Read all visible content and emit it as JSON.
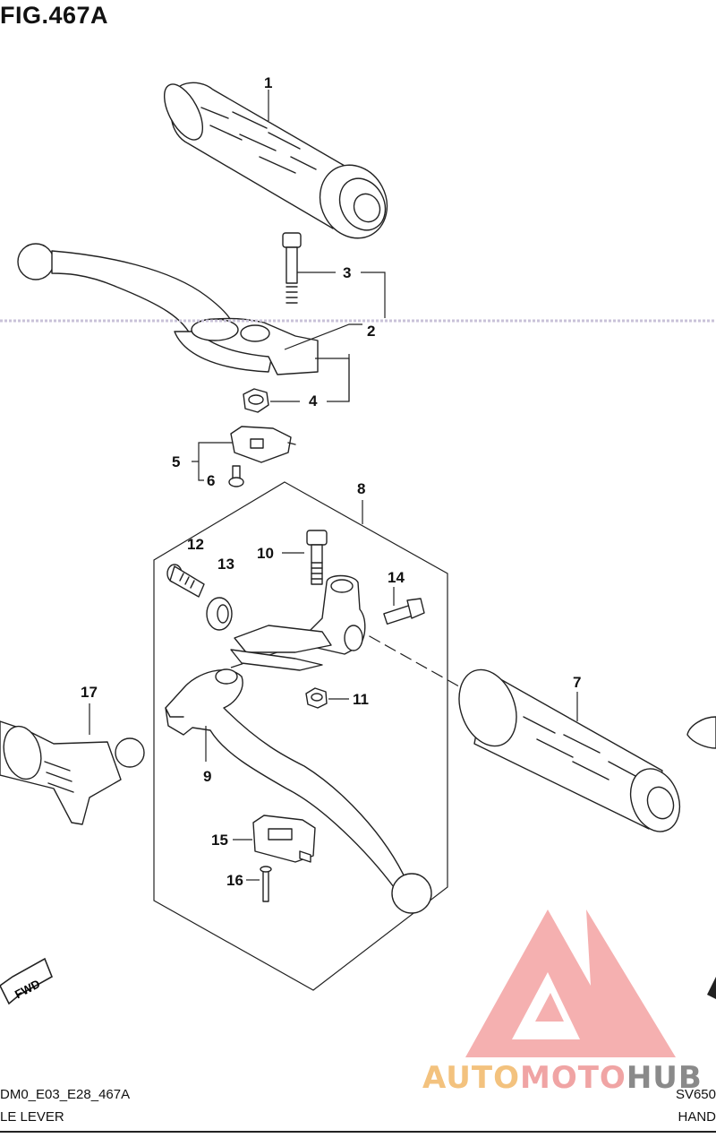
{
  "figure": {
    "title": "FIG.467A"
  },
  "parts": [
    {
      "no": "1"
    },
    {
      "no": "2"
    },
    {
      "no": "3"
    },
    {
      "no": "4"
    },
    {
      "no": "5"
    },
    {
      "no": "6"
    },
    {
      "no": "7"
    },
    {
      "no": "8"
    },
    {
      "no": "9"
    },
    {
      "no": "10"
    },
    {
      "no": "11"
    },
    {
      "no": "12"
    },
    {
      "no": "13"
    },
    {
      "no": "14"
    },
    {
      "no": "15"
    },
    {
      "no": "16"
    },
    {
      "no": "17"
    }
  ],
  "direction_marks": {
    "left": "FWD"
  },
  "footer": {
    "code": "DM0_E03_E28_467A",
    "name": "LE LEVER",
    "model": "SV650",
    "section": "HAND"
  },
  "watermark": {
    "part_a": "AUTO",
    "part_b": "MOTO",
    "part_c": "HUB"
  },
  "colors": {
    "line": "#222222",
    "watermark_orange": "#f3c27e",
    "watermark_red": "#f0a4a4",
    "watermark_gray": "#8a8a8a"
  }
}
